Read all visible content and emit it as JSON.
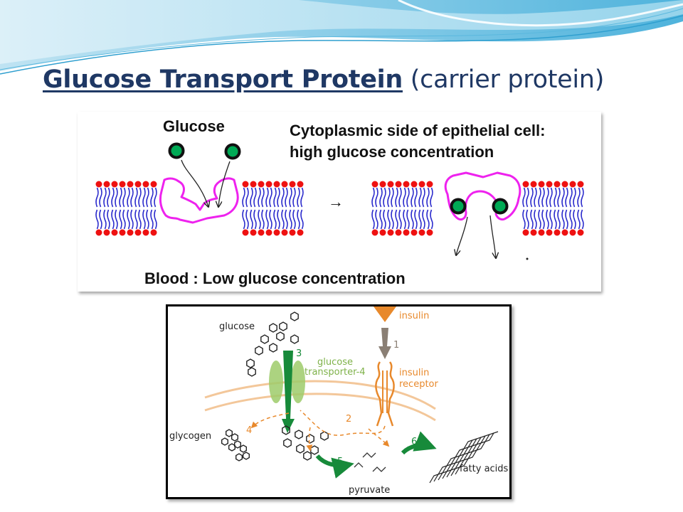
{
  "slide": {
    "title_main": "Glucose Transport Protein",
    "title_sub": "(carrier protein)"
  },
  "top_diagram": {
    "glucose_label": "Glucose",
    "cytoplasm_line1": "Cytoplasmic side of epithelial cell:",
    "cytoplasm_line2": "high glucose concentration",
    "blood_label": "Blood : Low glucose concentration",
    "arrow_glyph": "→"
  },
  "bottom_diagram": {
    "glucose": "glucose",
    "insulin": "insulin",
    "step1": "1",
    "step2": "2",
    "step3": "3",
    "step4": "4",
    "step5": "5",
    "step6": "6",
    "glut4_line1": "glucose",
    "glut4_line2": "transporter-4",
    "receptor_line1": "insulin",
    "receptor_line2": "receptor",
    "glycogen": "glycogen",
    "pyruvate": "pyruvate",
    "fatty_acids": "fatty acids"
  },
  "colors": {
    "title": "#1f3864",
    "protein": "#ee22ee",
    "lipid_tail": "#2a2acc",
    "lipid_head": "#ee1111",
    "glucose_dot": "#00aa55",
    "insulin_orange": "#e8892c",
    "glut4_green": "#9ecb6a",
    "arrow_green": "#178a3a",
    "membrane_tan": "#f3c79a"
  }
}
